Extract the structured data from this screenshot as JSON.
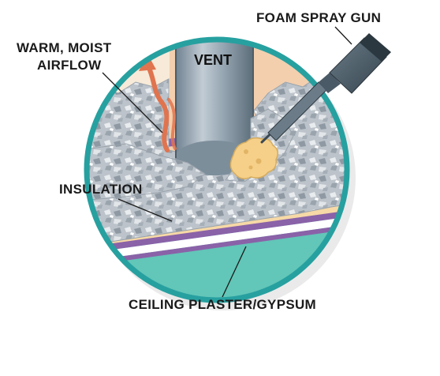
{
  "labels": {
    "foam_spray_gun": "FOAM SPRAY GUN",
    "airflow_line1": "WARM, MOIST",
    "airflow_line2": "AIRFLOW",
    "vent": "VENT",
    "insulation": "INSULATION",
    "ceiling": "CEILING PLASTER/GYPSUM"
  },
  "colors": {
    "ring": "#27a0a0",
    "attic_background": "#f3cfae",
    "vent_pipe": "#8fa0ad",
    "insulation": "#bcc2c9",
    "foam": "#f6d089",
    "airflow_arrow": "#e0744f",
    "ceiling_gypsum": "#62c6b8",
    "vapor_layer": "#8a62a8",
    "spray_gun": "#4b5c68"
  }
}
